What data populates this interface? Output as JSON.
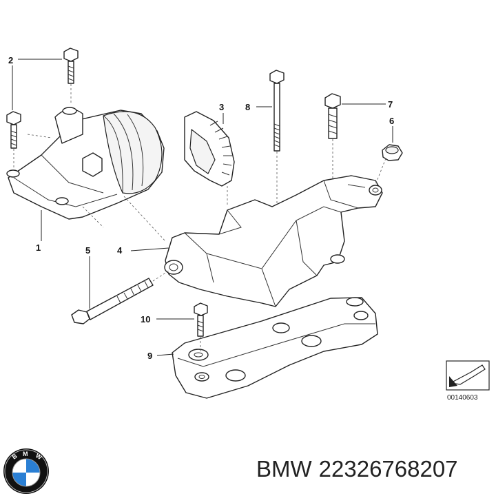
{
  "callouts": {
    "c1": "1",
    "c2": "2",
    "c3": "3",
    "c4": "4",
    "c5": "5",
    "c6": "6",
    "c7": "7",
    "c8": "8",
    "c9": "9",
    "c10": "10"
  },
  "reference_code": "00140603",
  "logo": {
    "name": "bmw-logo",
    "lettering": "BMW",
    "colors": {
      "blue": "#2a7fd4",
      "white": "#ffffff",
      "ring": "#111111"
    }
  },
  "caption": {
    "brand": "BMW",
    "part_number": "22326768207"
  }
}
